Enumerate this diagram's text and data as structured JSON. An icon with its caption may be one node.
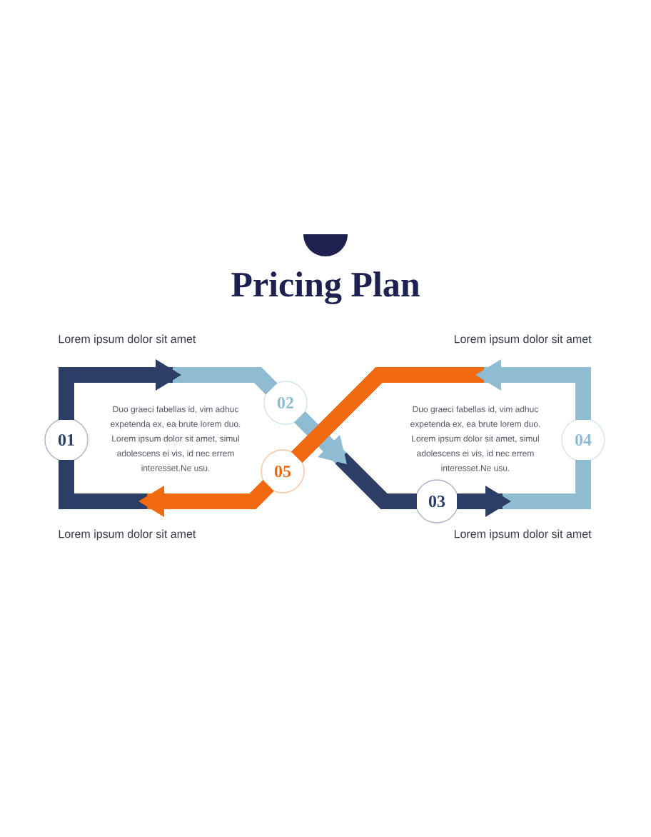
{
  "diagram": {
    "title": "Pricing Plan",
    "nodes": [
      {
        "text": [
          "01"
        ]
      },
      {
        "text": [
          "02"
        ]
      },
      {
        "text": [
          "03"
        ]
      },
      {
        "text": [
          "04"
        ]
      },
      {
        "text": [
          "05"
        ]
      }
    ],
    "edges": [
      {
        "from": 0,
        "to": 1,
        "arrow": "to",
        "color": "#2c3d66"
      },
      {
        "from": 1,
        "to": 2,
        "arrow": "to",
        "color": "#8fbbd3"
      },
      {
        "from": 2,
        "to": 3,
        "arrow": "to",
        "color": "#2c3d66"
      },
      {
        "from": 3,
        "to": 4,
        "arrow": "to",
        "color": "#8fbbd3"
      },
      {
        "from": 4,
        "to": 0,
        "arrow": "to",
        "color": "#f0690f"
      }
    ],
    "labels": [
      "Lorem ipsum dolor sit amet",
      "Lorem ipsum dolor sit amet",
      "Duo graeci fabellas id, vim adhuc expetenda ex, ea brute lorem duo. Lorem ipsum dolor sit amet, simul adolescens ei vis, id nec errem interesset.Ne usu.",
      "Duo graeci fabellas id, vim adhuc expetenda ex, ea brute lorem duo. Lorem ipsum dolor sit amet, simul adolescens ei vis, id nec errem interesset.Ne usu.",
      "Lorem ipsum dolor sit amet",
      "Lorem ipsum dolor sit amet"
    ]
  }
}
